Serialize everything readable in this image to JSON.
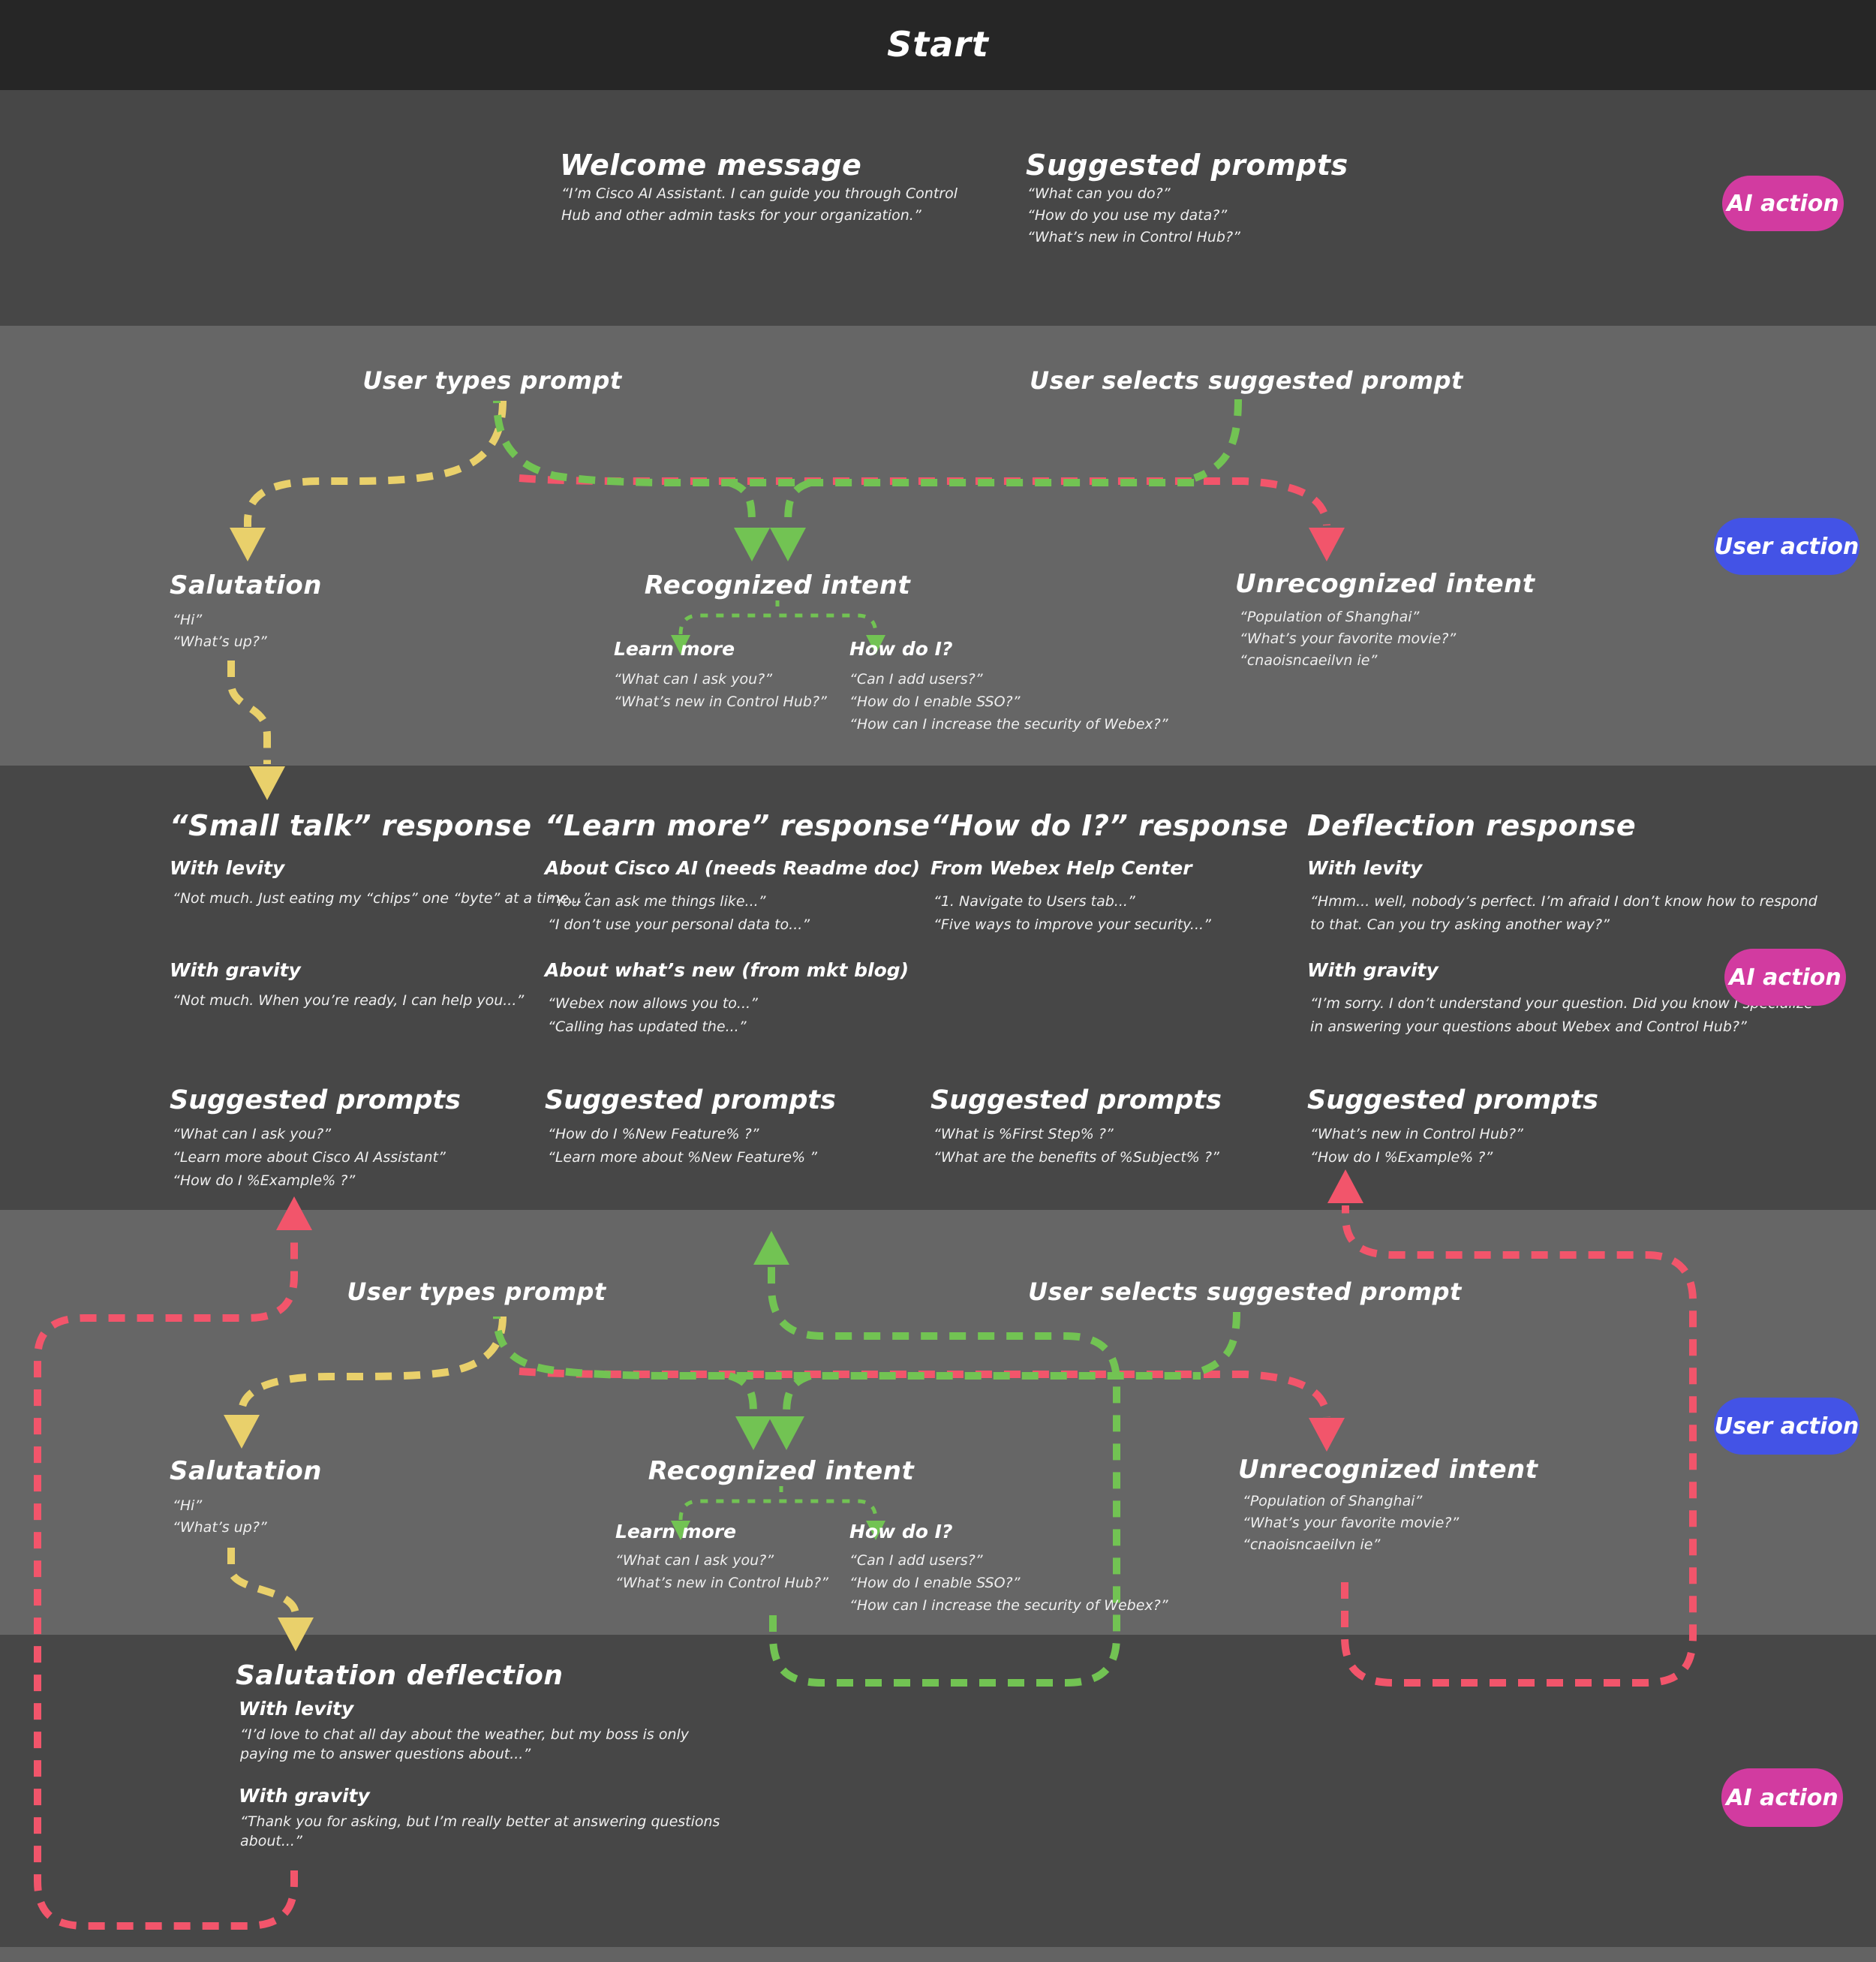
{
  "palette": {
    "band_dark": "#262626",
    "band_mid": "#474747",
    "band_light": "#666666",
    "arrow_yellow": "#e9d06b",
    "arrow_green": "#72c353",
    "arrow_red": "#f2556b",
    "badge_ai_magenta": "#d23ba0",
    "badge_user_blue": "#4353e6",
    "text": "#ffffff"
  },
  "badges": {
    "ai_action": "AI action",
    "user_action": "User action"
  },
  "start": {
    "title": "Start"
  },
  "welcome": {
    "title": "Welcome message",
    "lines": [
      "“I’m Cisco AI Assistant. I can guide you through Control",
      "Hub and other admin tasks for your organization.”"
    ]
  },
  "suggested_initial": {
    "title": "Suggested prompts",
    "quotes": [
      "“What can you do?”",
      "“How do you use my data?”",
      "“What’s new in Control Hub?”"
    ]
  },
  "flow": {
    "user_types": "User types prompt",
    "user_selects": "User selects suggested prompt",
    "salutation": {
      "title": "Salutation",
      "quotes": [
        "“Hi”",
        "“What’s up?”"
      ]
    },
    "recognized": {
      "title": "Recognized intent",
      "learn_more": {
        "title": "Learn more",
        "quotes": [
          "“What can I ask you?”",
          "“What’s new in Control Hub?”"
        ]
      },
      "how_do_i": {
        "title": "How do I?",
        "quotes": [
          "“Can I add users?”",
          "“How do I enable SSO?”",
          "“How can I increase the security of Webex?”"
        ]
      }
    },
    "unrecognized": {
      "title": "Unrecognized intent",
      "quotes": [
        "“Population of Shanghai”",
        "“What’s your favorite movie?”",
        "“cnaoisncaeilvn ie”"
      ]
    }
  },
  "responses": {
    "small_talk": {
      "title": "“Small talk” response",
      "levity_label": "With levity",
      "levity_quote": "“Not much. Just eating my “chips” one “byte” at a time...”",
      "gravity_label": "With gravity",
      "gravity_quote": "“Not much. When you’re ready, I can help you...”"
    },
    "learn_more": {
      "title": "“Learn more” response",
      "s1_label": "About Cisco AI (needs Readme doc)",
      "s1_quotes": [
        "“You can ask me things like...”",
        "“I don’t use your personal data to...”"
      ],
      "s2_label": "About what’s new (from mkt blog)",
      "s2_quotes": [
        "“Webex now allows you to...”",
        "“Calling has updated the...”"
      ]
    },
    "how_do_i": {
      "title": "“How do I?” response",
      "s1_label": "From Webex Help Center",
      "s1_quotes": [
        "“1. Navigate to Users tab...”",
        "“Five ways to improve your security...”"
      ]
    },
    "deflection": {
      "title": "Deflection response",
      "levity_label": "With levity",
      "levity_lines": [
        "“Hmm... well, nobody’s perfect. I’m afraid I don’t know how to respond",
        "to that. Can you try asking another way?”"
      ],
      "gravity_label": "With gravity",
      "gravity_lines": [
        "“I’m sorry. I don’t understand your question. Did you know I specialize",
        "in answering your questions about Webex and Control Hub?”"
      ]
    }
  },
  "suggested_row": {
    "title": "Suggested prompts",
    "col1": [
      "“What can I ask you?”",
      "“Learn more about Cisco AI Assistant”",
      "“How do I %Example% ?”"
    ],
    "col2": [
      "“How do I %New Feature% ?”",
      "“Learn more about %New Feature% ”"
    ],
    "col3": [
      "“What is %First Step% ?”",
      "“What are the benefits of %Subject% ?”"
    ],
    "col4": [
      "“What’s new in Control Hub?”",
      "“How do I %Example% ?”"
    ]
  },
  "salutation_deflection": {
    "title": "Salutation deflection",
    "levity_label": "With levity",
    "levity_lines": [
      "“I’d love to chat all day about the weather, but my boss is only",
      "paying me to answer questions about...”"
    ],
    "gravity_label": "With gravity",
    "gravity_lines": [
      "“Thank you for asking, but I’m really better at answering questions",
      "about...”"
    ]
  }
}
